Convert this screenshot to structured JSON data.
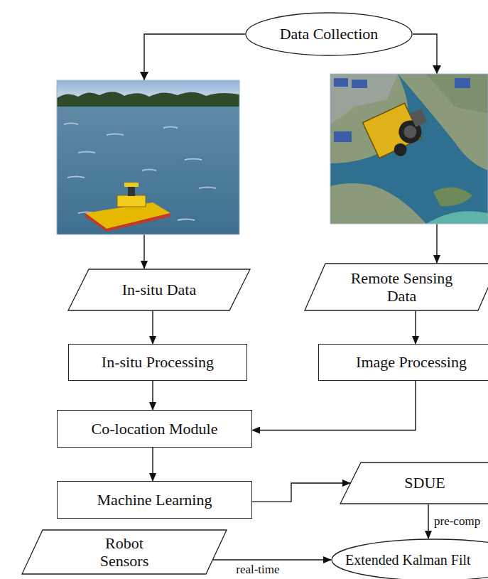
{
  "diagram": {
    "nodes": [
      {
        "text": [
          "Data Collection"
        ]
      },
      {
        "text": [
          "In-situ Data"
        ]
      },
      {
        "text": [
          "Remote Sensing Data"
        ]
      },
      {
        "text": [
          "In-situ Processing"
        ]
      },
      {
        "text": [
          "Image Processing"
        ]
      },
      {
        "text": [
          "Co-location Module"
        ]
      },
      {
        "text": [
          "Machine Learning"
        ]
      },
      {
        "text": [
          "SDUE"
        ]
      },
      {
        "text": [
          "Robot Sensors"
        ]
      },
      {
        "text": [
          "Extended Kalman Filt"
        ]
      }
    ],
    "edges": [
      {
        "from": 0,
        "to": 1,
        "arrow": "to"
      },
      {
        "from": 0,
        "to": 2,
        "arrow": "to"
      },
      {
        "from": 1,
        "to": 3,
        "arrow": "to"
      },
      {
        "from": 2,
        "to": 4,
        "arrow": "to"
      },
      {
        "from": 3,
        "to": 5,
        "arrow": "to"
      },
      {
        "from": 4,
        "to": 5,
        "arrow": "to"
      },
      {
        "from": 5,
        "to": 6,
        "arrow": "to"
      },
      {
        "from": 6,
        "to": 7,
        "arrow": "to"
      },
      {
        "from": 7,
        "to": 9,
        "label": "pre-comp",
        "arrow": "to"
      },
      {
        "from": 8,
        "to": 9,
        "label": "real-time",
        "arrow": "to"
      }
    ]
  }
}
